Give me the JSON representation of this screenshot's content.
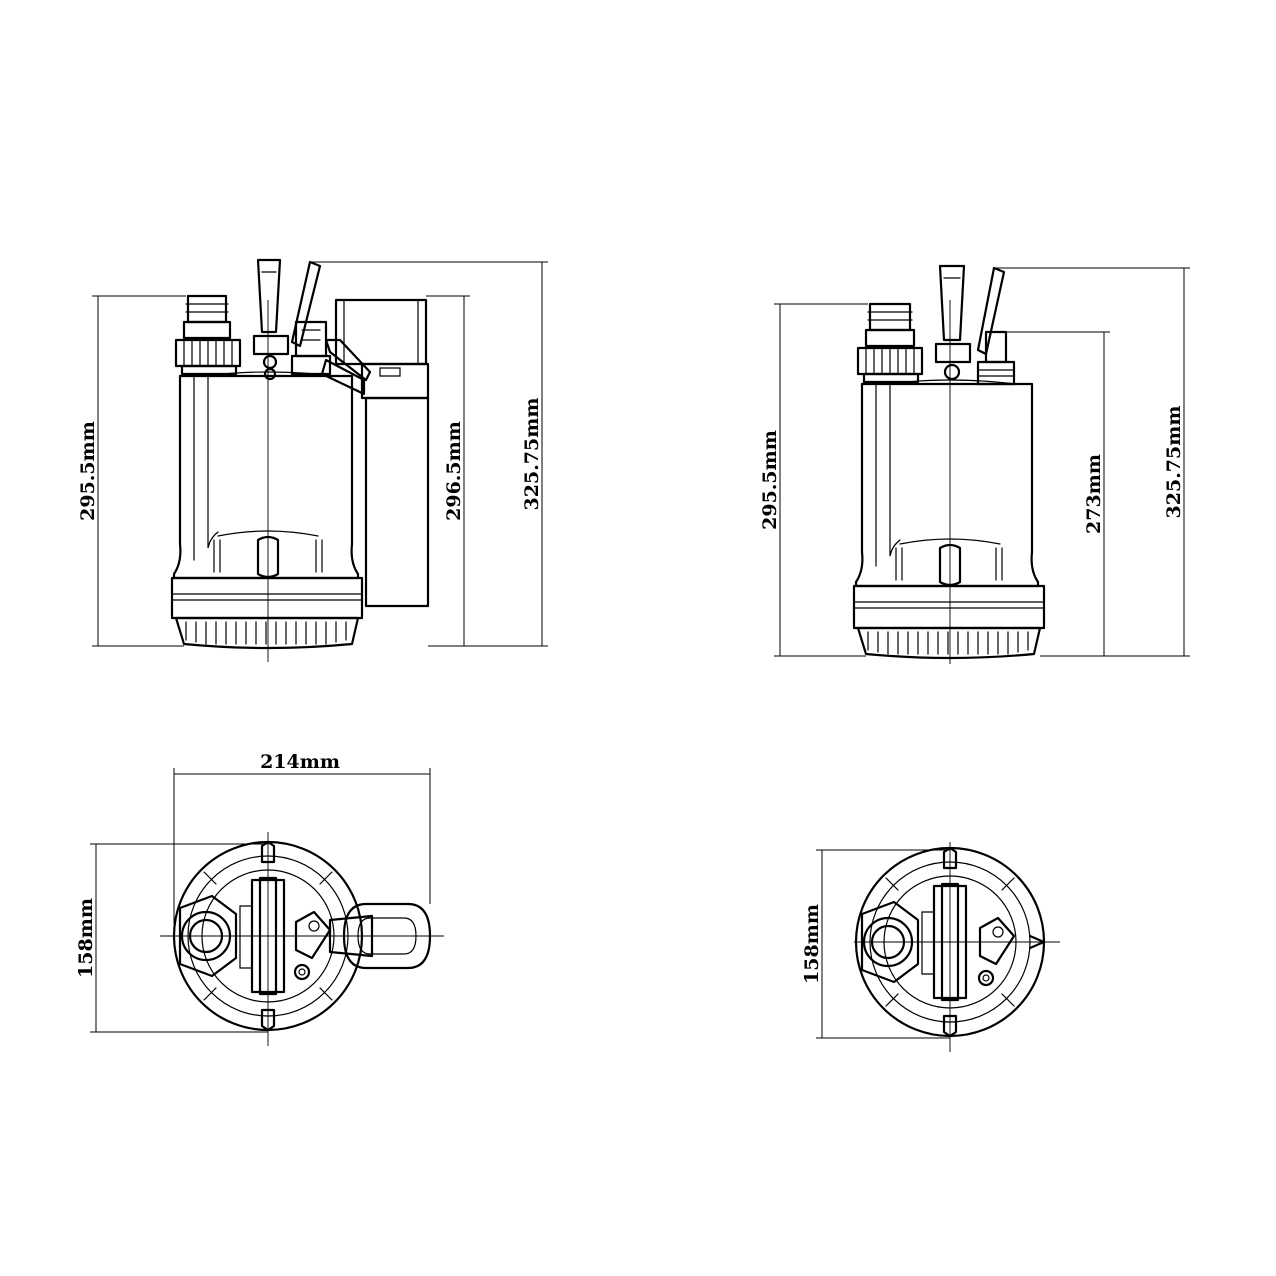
{
  "dimensions": {
    "view1_height_outlet": "295.5mm",
    "view1_height_float": "296.5mm",
    "view1_height_total": "325.75mm",
    "view2_height_outlet": "295.5mm",
    "view2_height_switch": "273mm",
    "view2_height_total": "325.75mm",
    "view3_width": "214mm",
    "view3_depth": "158mm",
    "view4_depth": "158mm"
  },
  "colors": {
    "line": "#000000",
    "background": "#ffffff"
  }
}
